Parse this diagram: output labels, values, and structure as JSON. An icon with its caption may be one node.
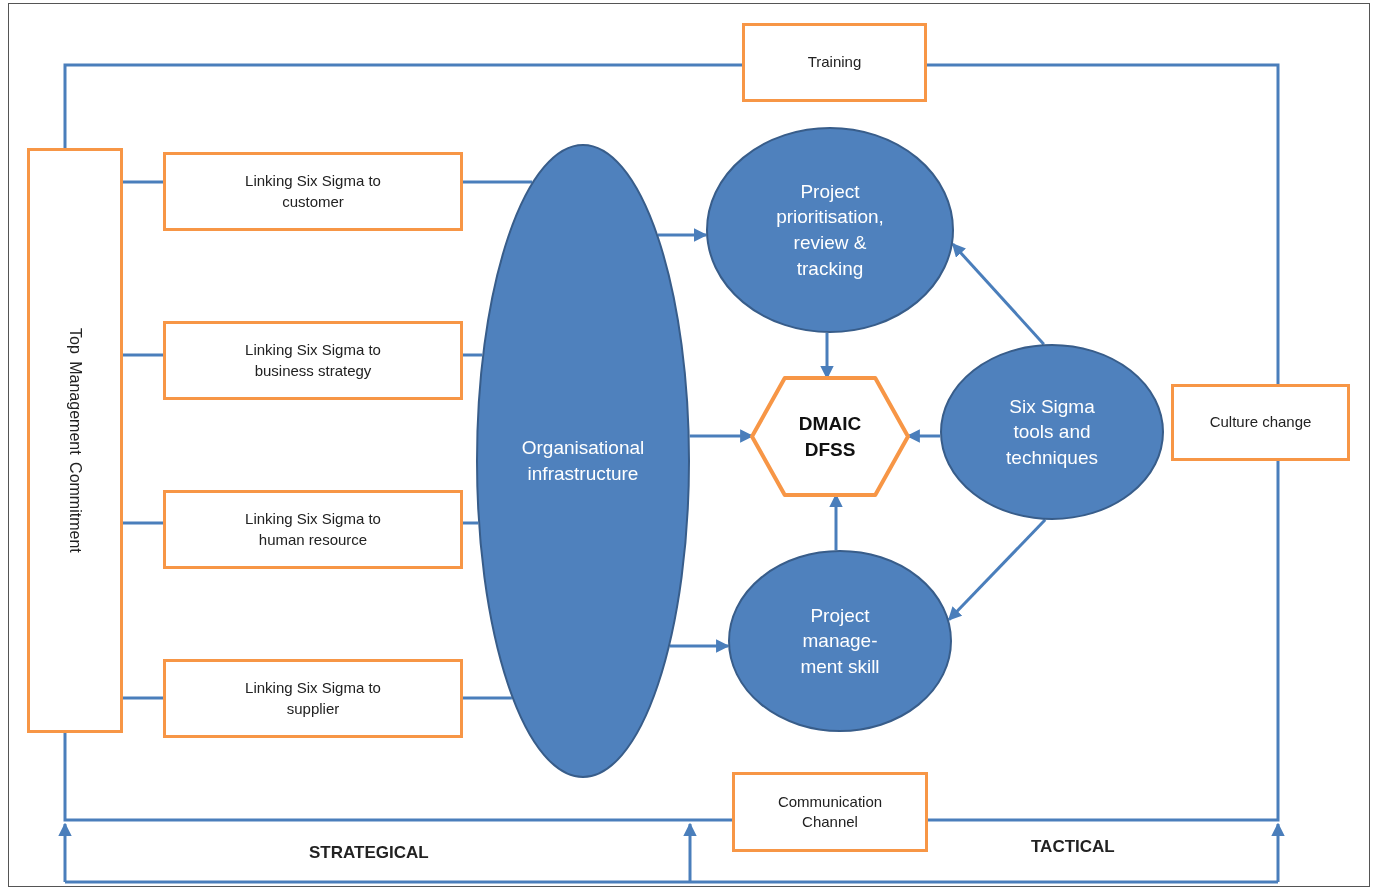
{
  "diagram": {
    "nodes": [
      {
        "text": [
          "Top Management Commitment"
        ]
      },
      {
        "text": [
          "Training"
        ]
      },
      {
        "text": [
          "Linking Six Sigma to customer"
        ]
      },
      {
        "text": [
          "Linking Six Sigma to business strategy"
        ]
      },
      {
        "text": [
          "Linking Six Sigma to human resource"
        ]
      },
      {
        "text": [
          "Linking Six Sigma to supplier"
        ]
      },
      {
        "text": [
          "Organisational infrastructure"
        ]
      },
      {
        "text": [
          "Project prioritisation, review & tracking"
        ]
      },
      {
        "text": [
          "DMAIC DFSS"
        ]
      },
      {
        "text": [
          "Six Sigma tools and techniques"
        ]
      },
      {
        "text": [
          "Project manage- ment skill"
        ]
      },
      {
        "text": [
          "Culture change"
        ]
      },
      {
        "text": [
          "Communication Channel"
        ]
      }
    ],
    "edges": [
      {
        "from": 0,
        "to": 1,
        "arrow": "none"
      },
      {
        "from": 1,
        "to": 11,
        "arrow": "none"
      },
      {
        "from": 11,
        "to": 12,
        "arrow": "none"
      },
      {
        "from": 12,
        "to": 0,
        "arrow": "none"
      },
      {
        "from": 0,
        "to": 2,
        "arrow": "none"
      },
      {
        "from": 0,
        "to": 3,
        "arrow": "none"
      },
      {
        "from": 0,
        "to": 4,
        "arrow": "none"
      },
      {
        "from": 0,
        "to": 5,
        "arrow": "none"
      },
      {
        "from": 2,
        "to": 6,
        "arrow": "none"
      },
      {
        "from": 3,
        "to": 6,
        "arrow": "none"
      },
      {
        "from": 4,
        "to": 6,
        "arrow": "none"
      },
      {
        "from": 5,
        "to": 6,
        "arrow": "none"
      },
      {
        "from": 6,
        "to": 7,
        "arrow": "to"
      },
      {
        "from": 6,
        "to": 8,
        "arrow": "to"
      },
      {
        "from": 6,
        "to": 10,
        "arrow": "to"
      },
      {
        "from": 7,
        "to": 8,
        "arrow": "to"
      },
      {
        "from": 10,
        "to": 8,
        "arrow": "to"
      },
      {
        "from": 9,
        "to": 8,
        "arrow": "to"
      },
      {
        "from": 9,
        "to": 7,
        "arrow": "to"
      },
      {
        "from": 9,
        "to": 10,
        "arrow": "to"
      }
    ],
    "labels": [
      "STRATEGICAL",
      "TACTICAL"
    ]
  }
}
